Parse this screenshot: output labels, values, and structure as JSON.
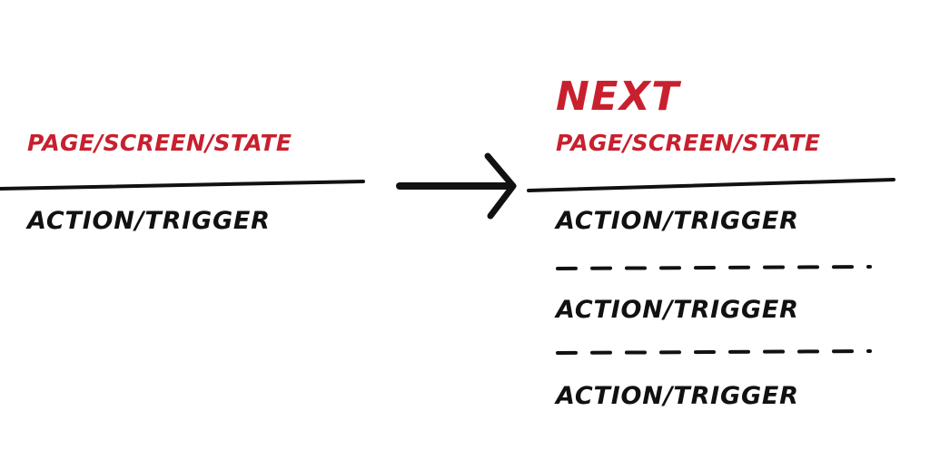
{
  "colors": {
    "accent": "#c8202e",
    "ink": "#111111"
  },
  "current": {
    "state_label": "PAGE/SCREEN/STATE",
    "action_label": "ACTION/TRIGGER"
  },
  "connector": {
    "icon": "arrow-right-icon"
  },
  "next": {
    "heading": "NEXT",
    "state_label": "PAGE/SCREEN/STATE",
    "actions": [
      {
        "label": "ACTION/TRIGGER"
      },
      {
        "label": "ACTION/TRIGGER"
      },
      {
        "label": "ACTION/TRIGGER"
      }
    ]
  }
}
